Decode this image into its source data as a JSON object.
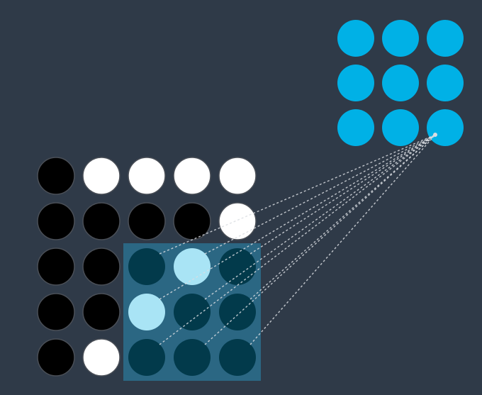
{
  "colors": {
    "background": "#2f3a48",
    "input_black": "#000000",
    "input_white": "#ffffff",
    "input_stroke": "#4a4f57",
    "window_fill": "#2b6783",
    "window_dark": "#023a4b",
    "window_light": "#a9e4f5",
    "output": "#00b1e6",
    "connector": "#d9dde2"
  },
  "input_grid": {
    "rows": 5,
    "cols": 5,
    "values": [
      [
        0,
        1,
        1,
        1,
        1
      ],
      [
        0,
        0,
        0,
        0,
        1
      ],
      [
        0,
        0,
        0,
        1,
        0
      ],
      [
        0,
        0,
        1,
        0,
        0
      ],
      [
        0,
        1,
        0,
        0,
        0
      ]
    ]
  },
  "window": {
    "row_start": 2,
    "col_start": 2,
    "size": 3
  },
  "output_grid": {
    "rows": 3,
    "cols": 3,
    "active_cell": [
      2,
      2
    ]
  }
}
